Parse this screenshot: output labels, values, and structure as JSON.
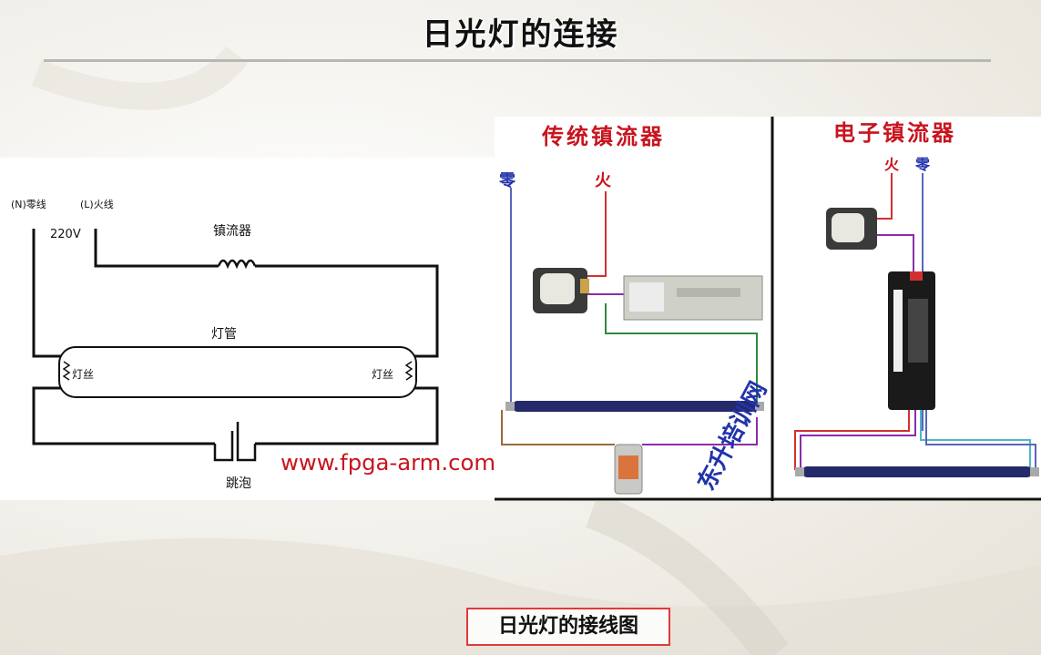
{
  "title": "日光灯的连接",
  "caption": "日光灯的接线图",
  "schematic": {
    "neutral_label": "(N)零线",
    "live_label": "(L)火线",
    "voltage": "220V",
    "ballast_label": "镇流器",
    "tube_label": "灯管",
    "filament_left": "灯丝",
    "filament_right": "灯丝",
    "starter_label": "跳泡",
    "watermark": "www.fpga-arm.com"
  },
  "photo_diagrams": {
    "traditional_title": "传统镇流器",
    "electronic_title": "电子镇流器",
    "traditional_neutral": "零",
    "traditional_live": "火",
    "electronic_live": "火",
    "electronic_neutral": "零",
    "handwritten_watermark": "东升培训网"
  },
  "colors": {
    "title_rule": "#b9b7b1",
    "caption_border": "#e03a3a",
    "wire_red": "#d23030",
    "wire_blue": "#5866b8",
    "wire_purple": "#8a2da8",
    "wire_green": "#2f8a3a",
    "wire_cyan": "#4fb7c8",
    "wire_brown": "#9a6a3a",
    "watermark_red": "#c8141e",
    "watermark_blue": "#2233aa"
  }
}
